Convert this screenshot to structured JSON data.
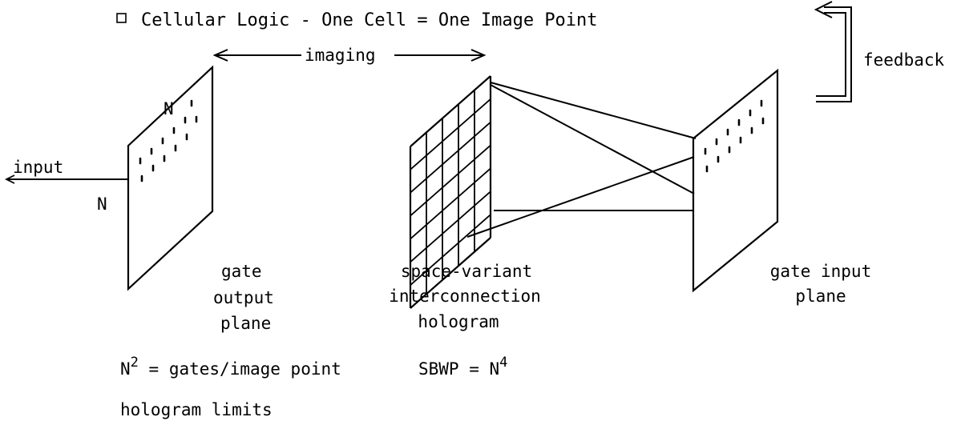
{
  "header": {
    "bullet_icon": "square-bullet-icon",
    "title": "Cellular Logic - One Cell = One Image Point"
  },
  "labels": {
    "imaging": "imaging",
    "feedback": "feedback",
    "input": "input",
    "n_top": "N",
    "n_side": "N",
    "gate_output": [
      "gate",
      "output",
      "plane"
    ],
    "hologram": [
      "space-variant",
      "interconnection",
      "hologram"
    ],
    "gate_input": [
      "gate input",
      "plane"
    ]
  },
  "footer": {
    "gates_n": "N",
    "gates_exp": "2",
    "gates_text": " = gates/image point",
    "limits": "hologram limits",
    "sbwp_text": "SBWP = N",
    "sbwp_exp": "4"
  }
}
